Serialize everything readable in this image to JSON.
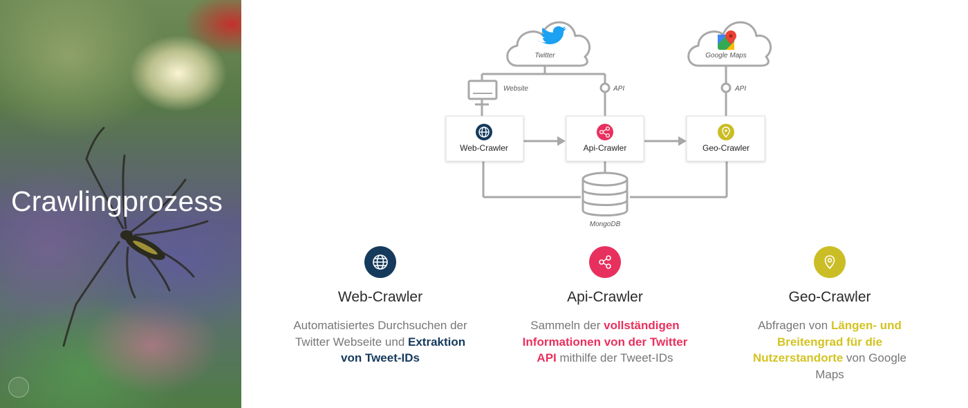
{
  "slide": {
    "title": "Crawlingprozess"
  },
  "diagram": {
    "sources": {
      "twitter": "Twitter",
      "google_maps": "Google Maps"
    },
    "edge_labels": {
      "website": "Website",
      "api_twitter": "API",
      "api_maps": "API"
    },
    "nodes": {
      "web": "Web-Crawler",
      "api": "Api-Crawler",
      "geo": "Geo-Crawler"
    },
    "database": "MongoDB"
  },
  "features": {
    "web": {
      "title": "Web-Crawler",
      "text_1": "Automatisiertes Durchsuchen der Twitter Webseite und ",
      "highlight": "Extraktion von Tweet-IDs",
      "text_2": ""
    },
    "api": {
      "title": "Api-Crawler",
      "text_1": "Sammeln der ",
      "highlight": "vollständigen Informationen von der Twitter API",
      "text_2": " mithilfe der Tweet-IDs"
    },
    "geo": {
      "title": "Geo-Crawler",
      "text_1": "Abfragen von ",
      "highlight": "Längen- und Breitengrad für die Nutzerstandorte",
      "text_2": " von Google Maps"
    }
  },
  "colors": {
    "web": "#153a5c",
    "api": "#e8305e",
    "geo": "#cbbd25",
    "twitter": "#1da1f2",
    "lines": "#a8a8a8"
  }
}
